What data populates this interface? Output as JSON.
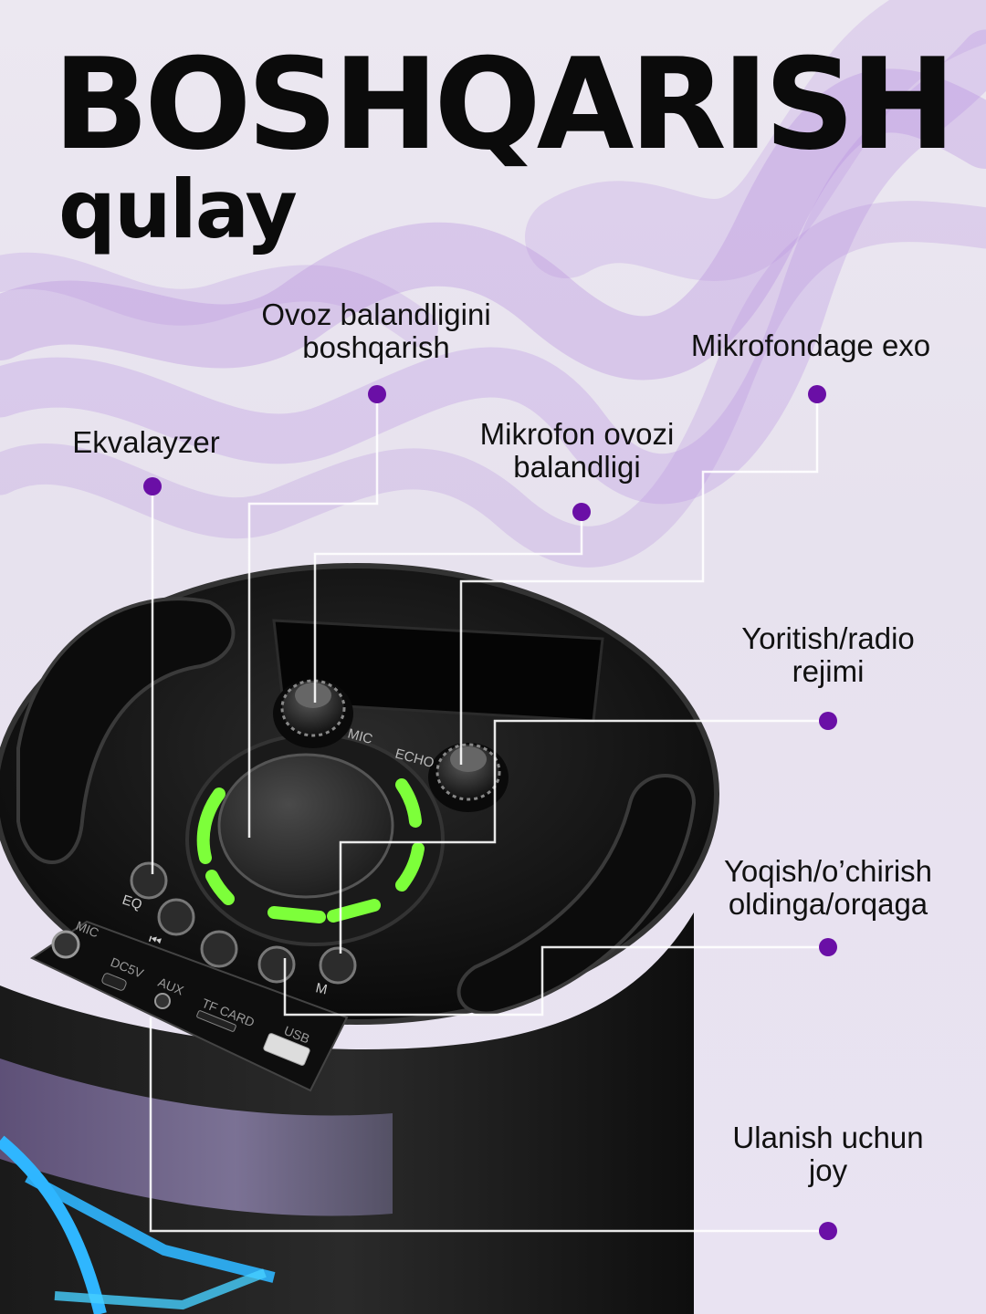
{
  "headline": {
    "title": "BOSHQARISH",
    "subtitle": "qulay"
  },
  "callouts": [
    {
      "id": "volume",
      "text": "Ovoz balandligini\nboshqarish"
    },
    {
      "id": "mic-echo",
      "text": "Mikrofondage exo"
    },
    {
      "id": "equalizer",
      "text": "Ekvalayzer"
    },
    {
      "id": "mic-volume",
      "text": "Mikrofon ovozi\nbalandligi"
    },
    {
      "id": "light-radio-mode",
      "text": "Yoritish/radio\nrejimi"
    },
    {
      "id": "power-prev-next",
      "text": "Yoqish/o’chirish\noldinga/orqaga"
    },
    {
      "id": "ports",
      "text": "Ulanish uchun\njoy"
    }
  ],
  "panel_text": {
    "knob_left": "MIC",
    "knob_right": "ECHO",
    "btn_eq": "EQ",
    "btn_prev": "⏮",
    "btn_play": "⏯",
    "btn_next": "⏭",
    "btn_mode": "M",
    "port_mic": "MIC",
    "port_dc": "DC5V",
    "port_aux": "AUX",
    "port_tf": "TF CARD",
    "port_usb": "USB"
  },
  "colors": {
    "dot": "#6a0fa6",
    "line": "#ffffff",
    "smoke": "#b78ee0",
    "speaker": "#141414",
    "led_green": "#7dff3a",
    "led_blue": "#2fb6ff"
  }
}
